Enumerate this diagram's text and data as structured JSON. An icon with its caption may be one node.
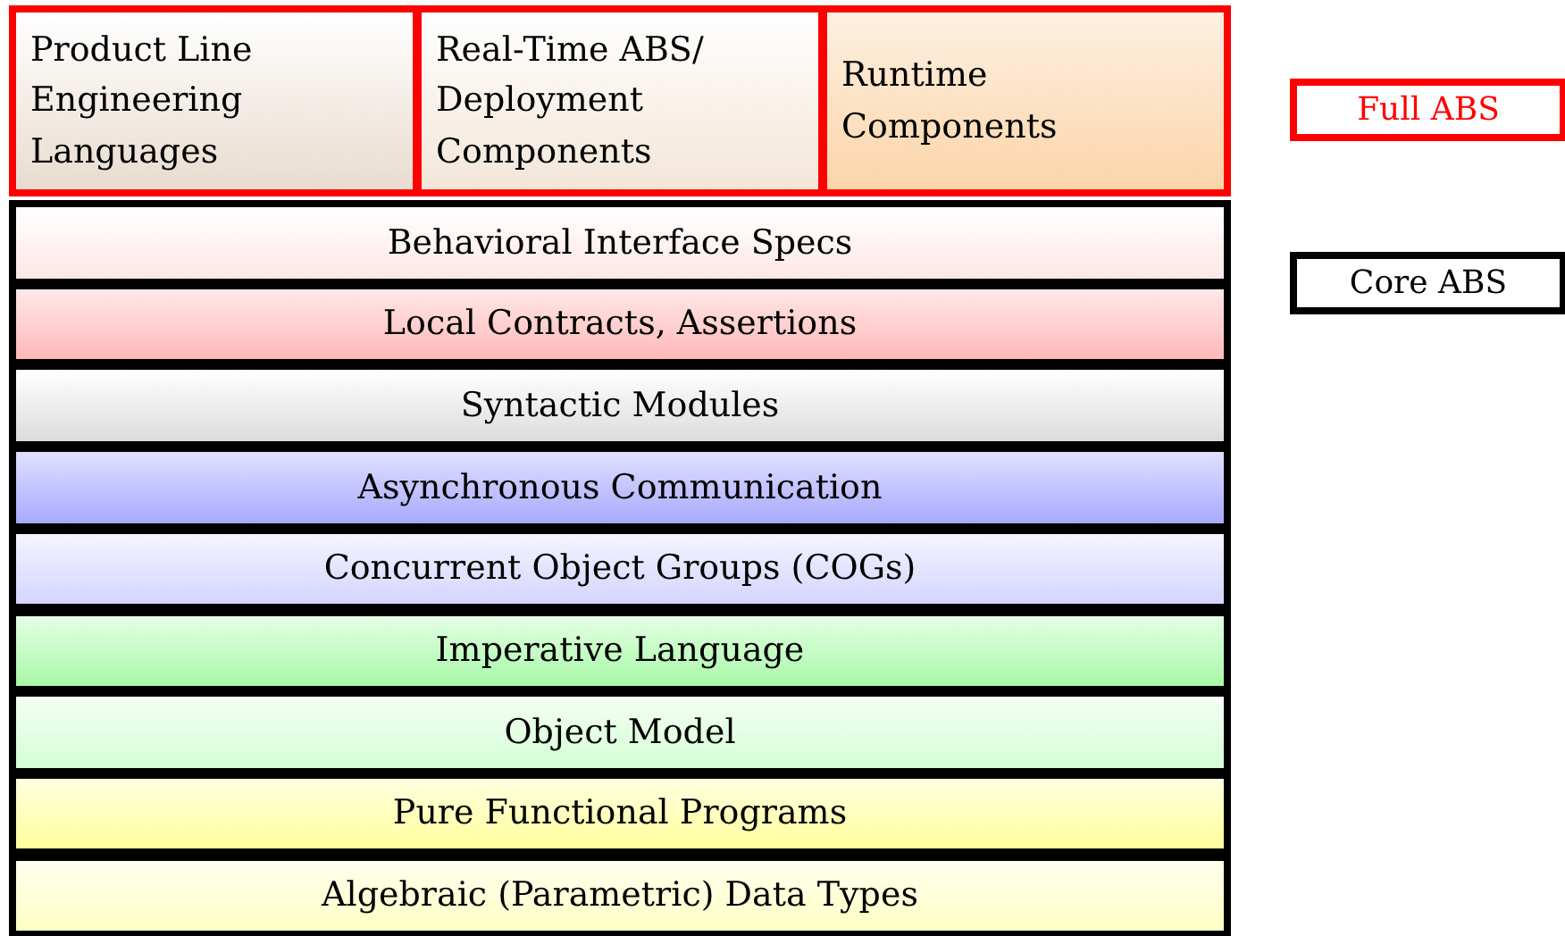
{
  "diagram": {
    "nodes": [
      {
        "text": [
          "Product Line Engineering Languages"
        ]
      },
      {
        "text": [
          "Real-Time ABS/ Deployment Components"
        ]
      },
      {
        "text": [
          "Runtime Components"
        ]
      },
      {
        "text": [
          "Behavioral Interface Specs"
        ]
      },
      {
        "text": [
          "Local Contracts, Assertions"
        ]
      },
      {
        "text": [
          "Syntactic Modules"
        ]
      },
      {
        "text": [
          "Asynchronous Communication"
        ]
      },
      {
        "text": [
          "Concurrent Object Groups (COGs)"
        ]
      },
      {
        "text": [
          "Imperative Language"
        ]
      },
      {
        "text": [
          "Object Model"
        ]
      },
      {
        "text": [
          "Pure Functional Programs"
        ]
      },
      {
        "text": [
          "Algebraic (Parametric) Data Types"
        ]
      },
      {
        "text": [
          "Full ABS"
        ]
      },
      {
        "text": [
          "Core ABS"
        ]
      }
    ]
  }
}
